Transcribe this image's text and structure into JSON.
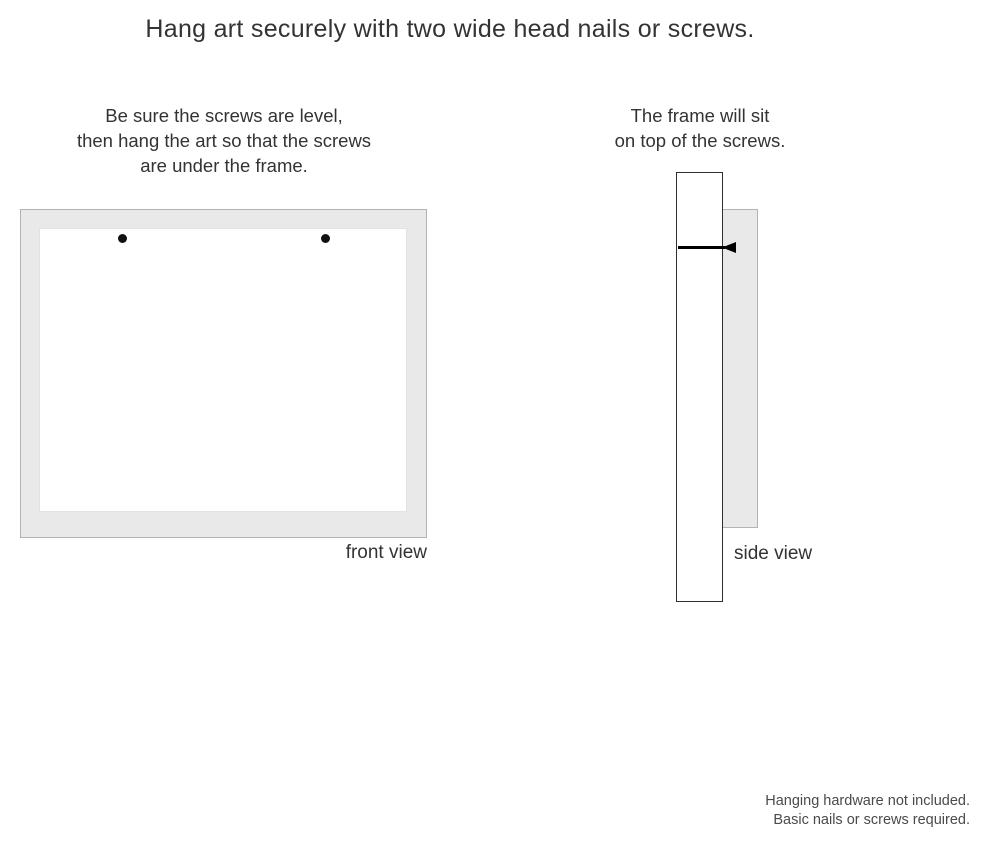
{
  "title": "Hang art securely with two wide head nails or screws.",
  "instructions": {
    "front": {
      "lines": [
        "Be sure the screws are level,",
        "then hang the art so that the screws",
        "are under the frame."
      ]
    },
    "side": {
      "lines": [
        "The frame will sit",
        "on top of the screws."
      ]
    }
  },
  "labels": {
    "front_view": "front view",
    "side_view": "side view"
  },
  "footnote": {
    "lines": [
      "Hanging hardware not included.",
      "Basic nails or screws required."
    ]
  },
  "icons": {
    "screw_front": "screw-dot",
    "screw_side": "nail-side-icon"
  },
  "colors": {
    "frame_fill": "#e9e9e9",
    "frame_border": "#b3b3b3",
    "wall_border": "#2f2f2f",
    "nail": "#000000",
    "text": "#333333",
    "footnote_text": "#4a4a4a"
  }
}
